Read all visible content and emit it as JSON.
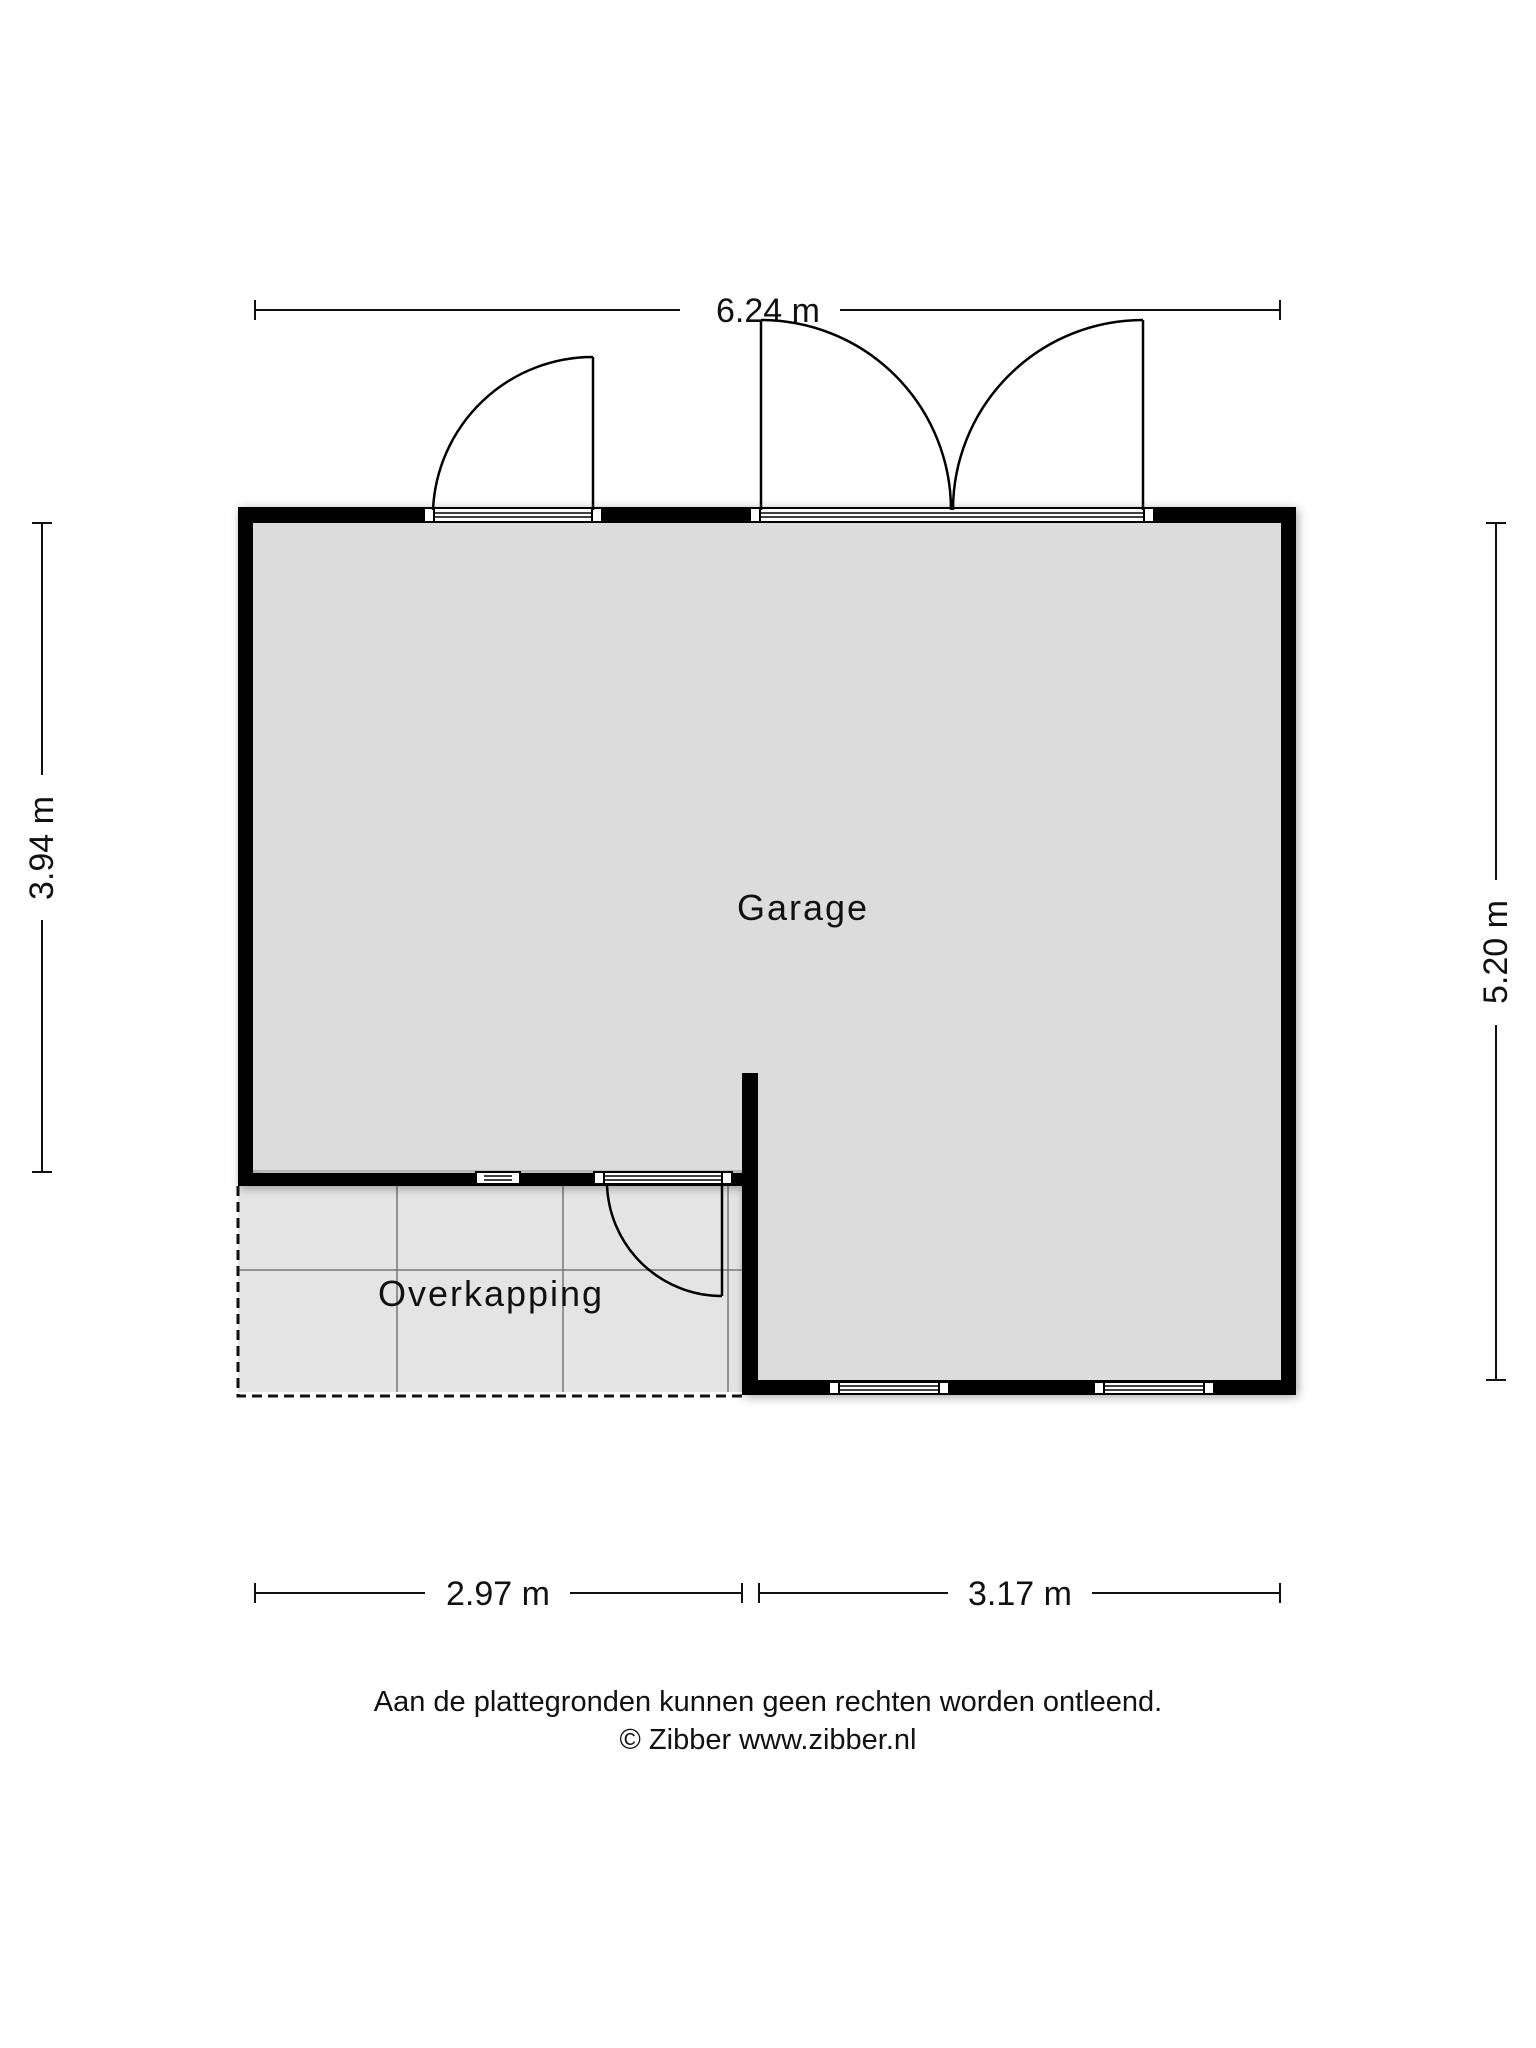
{
  "plan": {
    "rooms": [
      {
        "name": "Garage"
      },
      {
        "name": "Overkapping"
      }
    ],
    "dimensions": {
      "top_width": "6.24 m",
      "left_height": "3.94 m",
      "right_height": "5.20 m",
      "bottom_left_width": "2.97 m",
      "bottom_right_width": "3.17 m"
    },
    "colors": {
      "wall": "#000000",
      "floor": "#dcdcdc",
      "covered_floor": "#e4e4e4",
      "line": "#111111"
    }
  },
  "footer": {
    "disclaimer": "Aan de plattegronden kunnen geen rechten worden ontleend.",
    "copyright": "© Zibber www.zibber.nl"
  }
}
